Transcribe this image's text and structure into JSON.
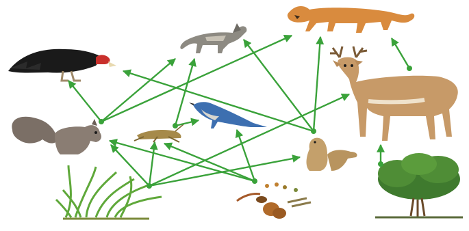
{
  "colors": {
    "arrow": "#3aa23a",
    "background": "#ffffff"
  },
  "organisms": [
    {
      "id": "vulture",
      "icon": "vulture-icon"
    },
    {
      "id": "fox",
      "icon": "fox-icon"
    },
    {
      "id": "cougar",
      "icon": "cougar-icon"
    },
    {
      "id": "deer",
      "icon": "deer-icon"
    },
    {
      "id": "squirrel",
      "icon": "squirrel-icon"
    },
    {
      "id": "grasshopper",
      "icon": "grasshopper-icon"
    },
    {
      "id": "jay",
      "icon": "jay-icon"
    },
    {
      "id": "prairie-dogs",
      "icon": "prairie-dog-icon"
    },
    {
      "id": "grass",
      "icon": "grass-icon"
    },
    {
      "id": "seeds",
      "icon": "seeds-icon"
    },
    {
      "id": "shrub",
      "icon": "shrub-icon"
    }
  ],
  "links": [
    {
      "from": "grass",
      "to": "squirrel"
    },
    {
      "from": "grass",
      "to": "grasshopper"
    },
    {
      "from": "grass",
      "to": "prairie-dogs"
    },
    {
      "from": "grass",
      "to": "deer"
    },
    {
      "from": "seeds",
      "to": "squirrel"
    },
    {
      "from": "seeds",
      "to": "jay"
    },
    {
      "from": "seeds",
      "to": "grasshopper"
    },
    {
      "from": "shrub",
      "to": "deer"
    },
    {
      "from": "squirrel",
      "to": "vulture"
    },
    {
      "from": "squirrel",
      "to": "fox"
    },
    {
      "from": "squirrel",
      "to": "cougar"
    },
    {
      "from": "grasshopper",
      "to": "jay"
    },
    {
      "from": "grasshopper",
      "to": "fox"
    },
    {
      "from": "prairie-dogs",
      "to": "fox"
    },
    {
      "from": "prairie-dogs",
      "to": "cougar"
    },
    {
      "from": "prairie-dogs",
      "to": "vulture"
    },
    {
      "from": "deer",
      "to": "cougar"
    }
  ]
}
